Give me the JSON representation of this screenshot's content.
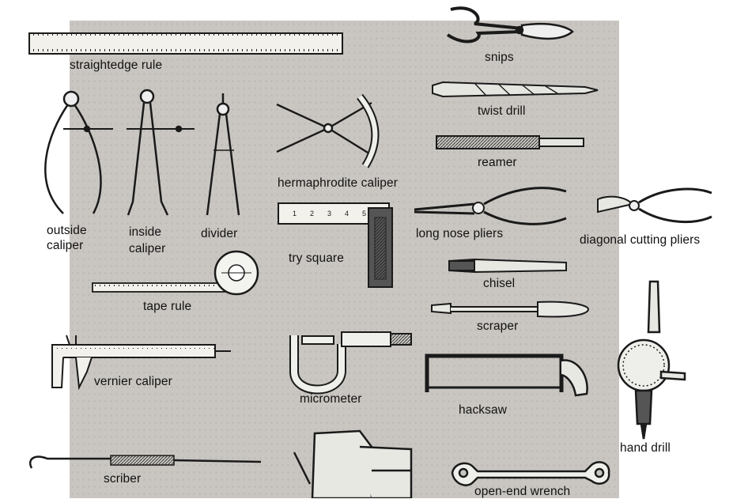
{
  "labels": {
    "straightedge_rule": "straightedge rule",
    "outside_caliper_1": "outside",
    "outside_caliper_2": "caliper",
    "inside_caliper_1": "inside",
    "inside_caliper_2": "caliper",
    "divider": "divider",
    "hermaphrodite_caliper": "hermaphrodite caliper",
    "try_square": "try square",
    "tape_rule": "tape rule",
    "vernier_caliper": "vernier caliper",
    "micrometer": "micrometer",
    "scriber": "scriber",
    "snips": "snips",
    "twist_drill": "twist drill",
    "reamer": "reamer",
    "long_nose_pliers": "long nose pliers",
    "diagonal_cutting_pliers": "diagonal cutting pliers",
    "chisel": "chisel",
    "scraper": "scraper",
    "hacksaw": "hacksaw",
    "hand_drill": "hand drill",
    "open_end_wrench": "open-end wrench"
  },
  "try_square_scale": [
    "1",
    "2",
    "3",
    "4",
    "5"
  ],
  "colors": {
    "panel": "#c9c6c1",
    "ink": "#1a1a1a",
    "metal": "#eeeeea"
  }
}
